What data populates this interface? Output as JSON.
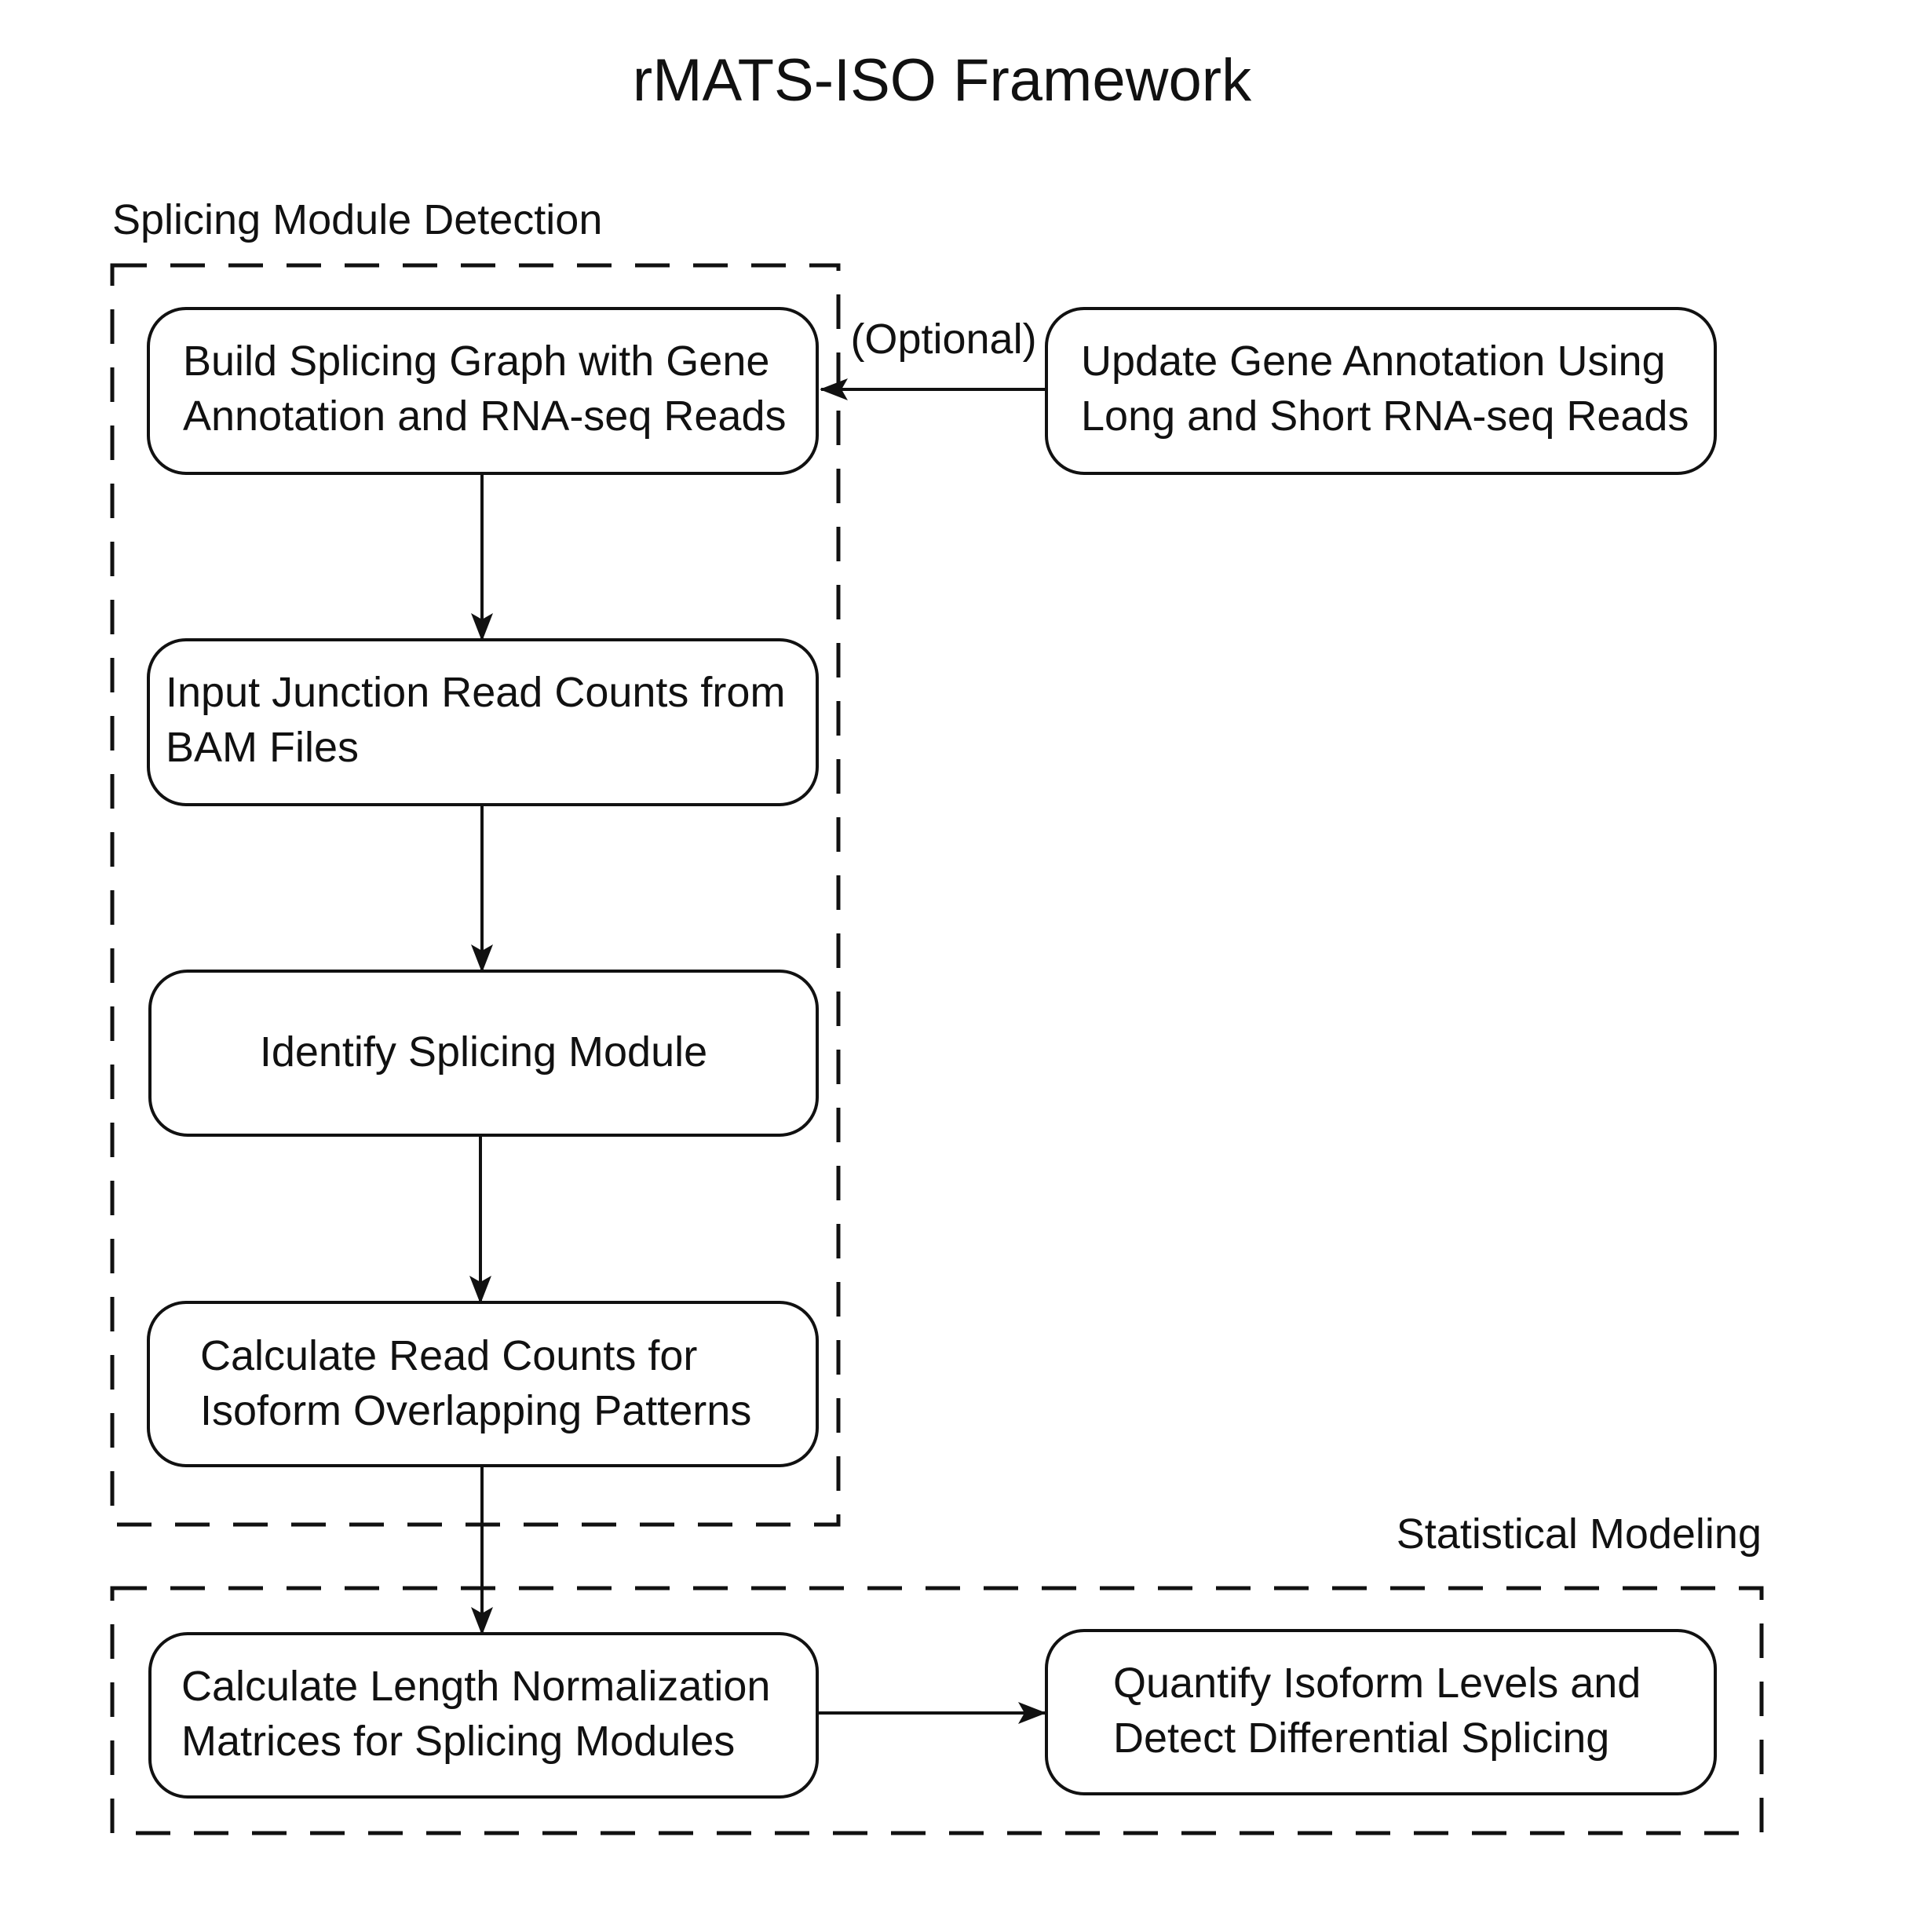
{
  "title": "rMATS-ISO Framework",
  "groups": {
    "detection": {
      "label": "Splicing Module Detection"
    },
    "modeling": {
      "label": "Statistical Modeling"
    }
  },
  "nodes": {
    "build_graph": {
      "lines": [
        "Build Splicing Graph with Gene",
        "Annotation and RNA-seq Reads"
      ]
    },
    "update_annotation": {
      "lines": [
        "Update Gene Annotation Using",
        "Long and Short RNA-seq Reads"
      ]
    },
    "input_counts": {
      "lines": [
        "Input Junction Read Counts from",
        "BAM Files"
      ]
    },
    "identify_module": {
      "lines": [
        "Identify Splicing Module"
      ]
    },
    "calc_read_counts": {
      "lines": [
        "Calculate Read Counts for",
        "Isoform Overlapping Patterns"
      ]
    },
    "calc_length_norm": {
      "lines": [
        "Calculate Length Normalization",
        "Matrices for Splicing Modules"
      ]
    },
    "quantify": {
      "lines": [
        "Quantify Isoform Levels and",
        "Detect Differential Splicing"
      ]
    }
  },
  "edges": {
    "optional": {
      "label": "(Optional)"
    }
  }
}
